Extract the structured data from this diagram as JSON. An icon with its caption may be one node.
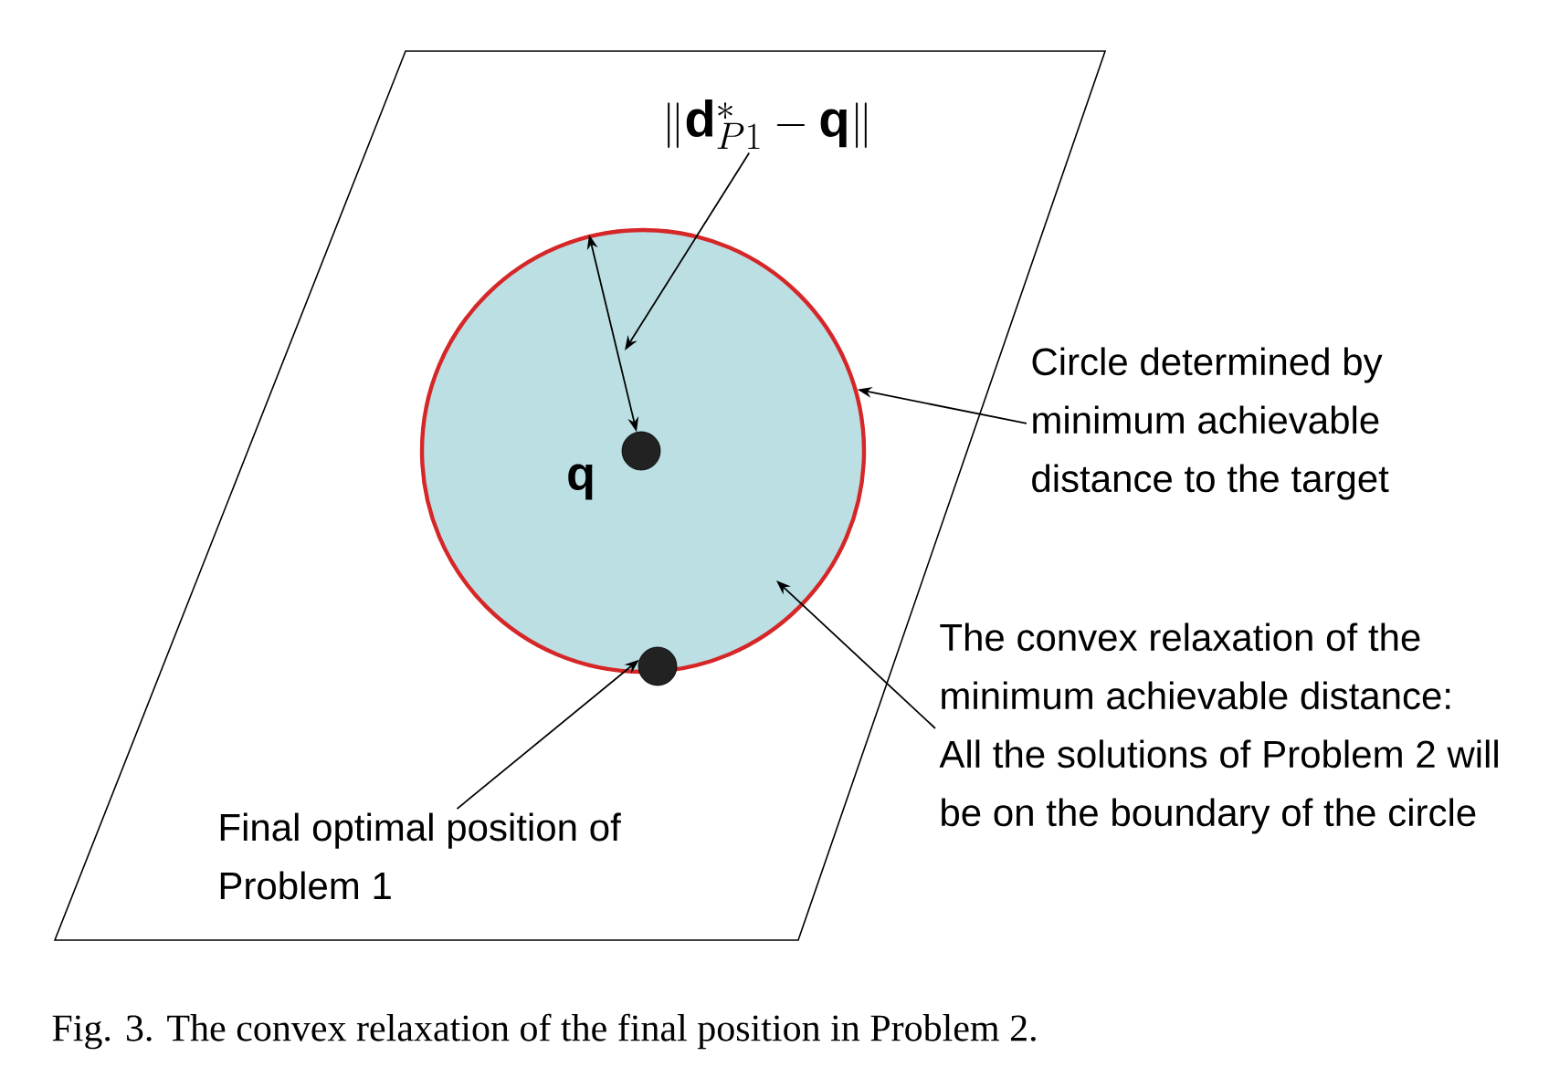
{
  "diagram": {
    "caption": "Fig. 3. The convex relaxation of the final position in Problem 2.",
    "nodes": [
      {
        "text": [],
        "shape": "circle"
      },
      {
        "text": [
          "\\|\\mathbf{d}^*_{P1}-\\mathbf{q}\\|"
        ]
      },
      {
        "text": [],
        "shape": "circle",
        "in": 0
      },
      {
        "text": [],
        "shape": "circle"
      },
      {
        "text": [
          "Circle determined by minimum achievable distance to the target"
        ]
      },
      {
        "text": [
          "The convex relaxation of the minimum achievable distance: All the solutions of Problem 2 will be on the boundary of the circle"
        ]
      },
      {
        "text": [
          "Final optimal position of Problem 1"
        ]
      }
    ],
    "edges": [
      {
        "from": 2,
        "to": 0,
        "arrow": "both"
      },
      {
        "from": 1,
        "to": null,
        "arrow": "to"
      },
      {
        "from": 4,
        "to": 0,
        "arrow": "to"
      },
      {
        "from": 5,
        "to": 0,
        "arrow": "to"
      },
      {
        "from": 6,
        "to": 3,
        "arrow": "to"
      }
    ],
    "labels": [
      "\\mathbf{q}"
    ]
  }
}
